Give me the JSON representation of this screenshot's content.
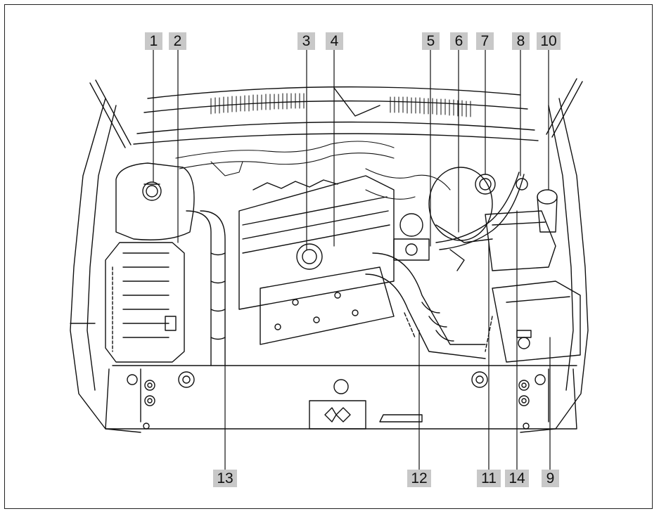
{
  "callouts": {
    "c1": "1",
    "c2": "2",
    "c3": "3",
    "c4": "4",
    "c5": "5",
    "c6": "6",
    "c7": "7",
    "c8": "8",
    "c10": "10",
    "c13": "13",
    "c12": "12",
    "c11": "11",
    "c14": "14",
    "c9": "9"
  },
  "colors": {
    "callout_bg": "#c8c8c8",
    "line": "#111111",
    "frame": "#222222"
  }
}
